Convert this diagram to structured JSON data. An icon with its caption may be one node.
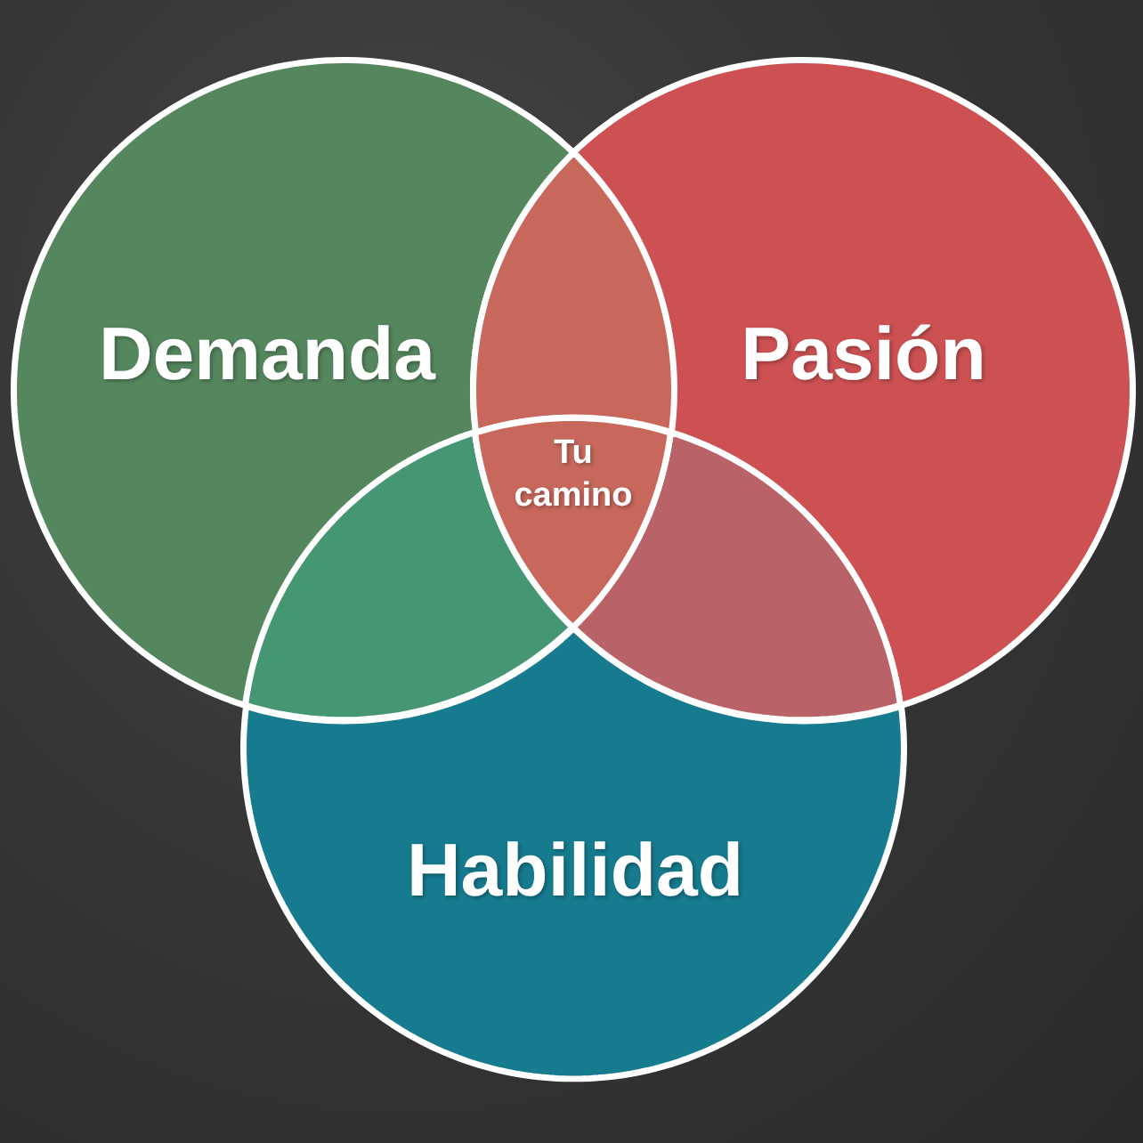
{
  "diagram": {
    "nodes": [
      {
        "text": [
          "Demanda"
        ]
      },
      {
        "text": [
          "Pasión"
        ]
      },
      {
        "text": [
          "Habilidad"
        ]
      },
      {
        "text": [
          "Tu camino"
        ]
      },
      {
        "text": [],
        "shape": "lens"
      },
      {
        "text": [],
        "shape": "lens"
      },
      {
        "text": [],
        "shape": "lens"
      }
    ]
  }
}
